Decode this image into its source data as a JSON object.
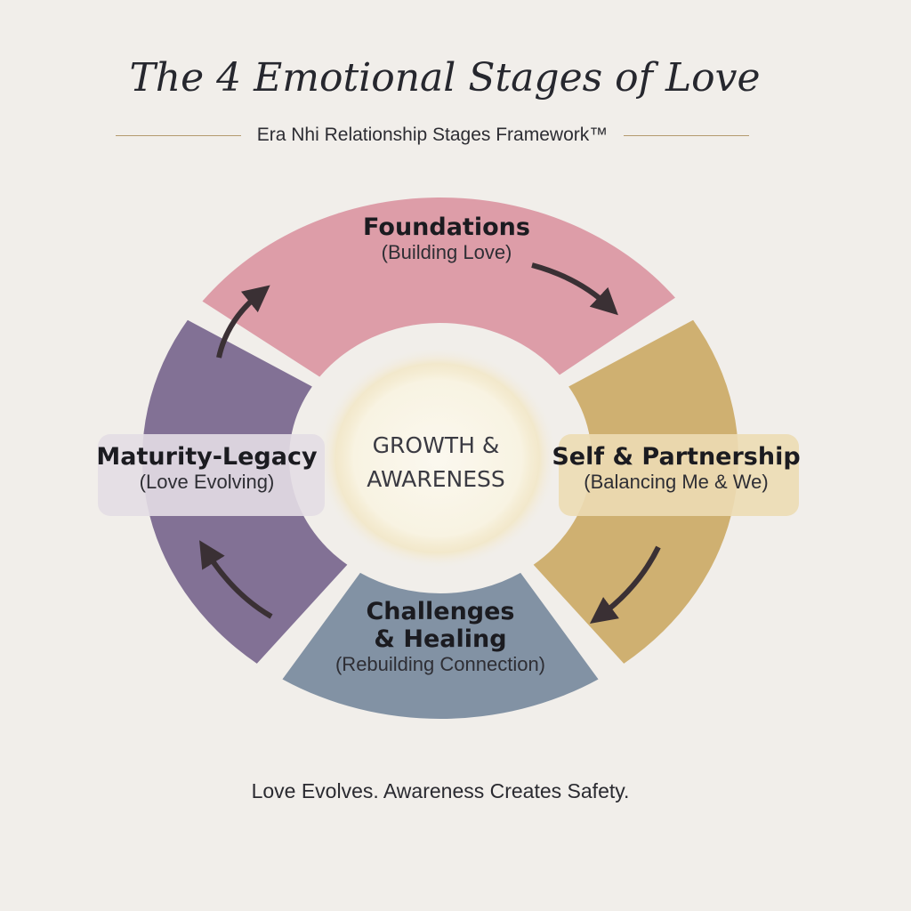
{
  "header": {
    "title": "The 4 Emotional Stages of Love",
    "subtitle": "Era Nhi Relationship Stages Framework™"
  },
  "stages": [
    {
      "title": "Foundations",
      "subtitle": "(Building Love)",
      "color": "#d98e9c"
    },
    {
      "title": "Self & Partnership",
      "subtitle": "(Balancing Me & We)",
      "color": "#c9a45c"
    },
    {
      "title": "Challenges",
      "title2": "& Healing",
      "subtitle": "(Rebuilding Connection)",
      "color": "#6f8198"
    },
    {
      "title": "Maturity-Legacy",
      "subtitle": "(Love Evolving)",
      "color": "#6f5a86"
    }
  ],
  "center": {
    "line1": "GROWTH &",
    "line2": "AWARENESS"
  },
  "footer": "Love Evolves. Awareness Creates Safety."
}
